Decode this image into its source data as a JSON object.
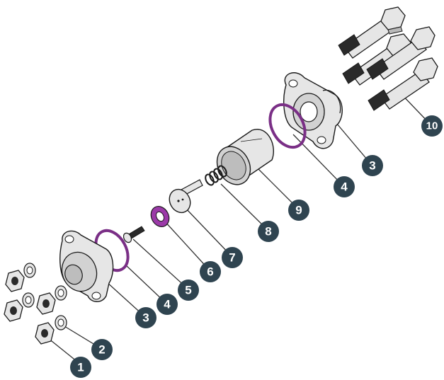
{
  "diagram": {
    "callouts": [
      "1",
      "2",
      "3",
      "4",
      "5",
      "6",
      "7",
      "8",
      "9",
      "10",
      "3",
      "4"
    ]
  },
  "colors": {
    "callout_fill": "#2f4450",
    "part_fill": "#e6e6e6",
    "part_shade": "#b9b9b9",
    "part_dark": "#2a2a2a",
    "part_outline": "#1a1a1a",
    "oring": "#7a2f86",
    "gasket": "#9b3aa8",
    "leader_line": "#333333"
  },
  "icons": {
    "callout": "numbered-circle-icon",
    "hex_nut": "hex-nut-icon",
    "washer": "washer-icon",
    "bolt": "hex-bolt-icon",
    "housing": "flange-housing-icon",
    "oring": "o-ring-icon",
    "screw": "screw-icon",
    "gasket": "gasket-icon",
    "valve_disc": "valve-disc-icon",
    "spring": "spring-icon",
    "sleeve": "cylinder-sleeve-icon"
  }
}
